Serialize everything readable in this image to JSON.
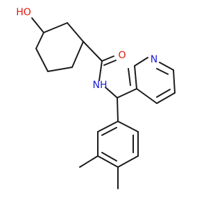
{
  "structure": {
    "atom_labels": {
      "hydroxyl": "HO",
      "carbonyl_oxygen": "O",
      "amide_nitrogen": "NH",
      "pyridine_nitrogen": "N"
    },
    "colors": {
      "bond": "#1a1a1a",
      "oxygen": "#e8160c",
      "nitrogen": "#1b1bd9",
      "background": "#ffffff"
    }
  }
}
